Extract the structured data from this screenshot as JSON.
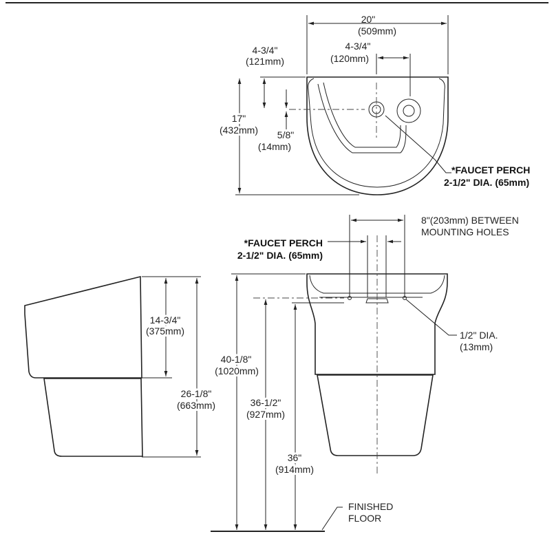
{
  "top_view": {
    "width_in": "20\"",
    "width_mm": "(509mm)",
    "offset_in": "4-3/4\"",
    "offset_mm": "(121mm)",
    "spacing_in": "4-3/4\"",
    "spacing_mm": "(120mm)",
    "depth_in": "17\"",
    "depth_mm": "(432mm)",
    "hole_in": "5/8\"",
    "hole_mm": "(14mm)",
    "perch_line1": "*FAUCET PERCH",
    "perch_line2": "2-1/2\" DIA. (65mm)"
  },
  "front_view": {
    "mount_line1": "8\"(203mm) BETWEEN",
    "mount_line2": "MOUNTING HOLES",
    "perch_line1": "*FAUCET PERCH",
    "perch_line2": "2-1/2\" DIA. (65mm)",
    "height_top_in": "40-1/8\"",
    "height_top_mm": "(1020mm)",
    "height_mid_in": "36-1/2\"",
    "height_mid_mm": "(927mm)",
    "height_low_in": "36\"",
    "height_low_mm": "(914mm)",
    "hole_in": "1/2\" DIA.",
    "hole_mm": "(13mm)",
    "floor_line1": "FINISHED",
    "floor_line2": "FLOOR"
  },
  "side_view": {
    "bowl_in": "14-3/4\"",
    "bowl_mm": "(375mm)",
    "total_in": "26-1/8\"",
    "total_mm": "(663mm)"
  }
}
